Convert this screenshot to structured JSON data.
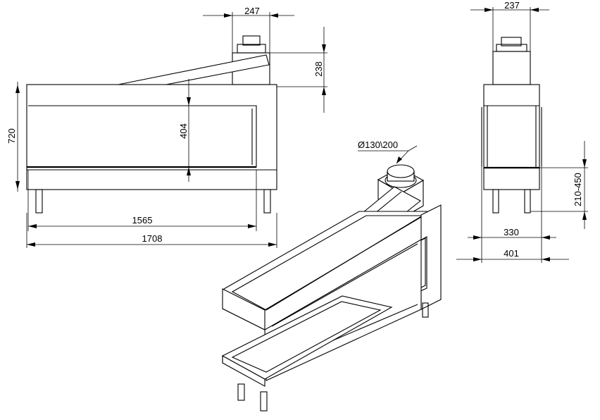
{
  "dimensions": {
    "front_view": {
      "chimney_width": "247",
      "chimney_height": "238",
      "total_height": "720",
      "glass_height": "404",
      "glass_width": "1565",
      "total_width": "1708"
    },
    "side_view": {
      "chimney_width": "237",
      "base_height": "210-450",
      "inner_depth": "330",
      "total_depth": "401"
    },
    "iso_view": {
      "flue_diameter": "Ø130\\200"
    }
  }
}
